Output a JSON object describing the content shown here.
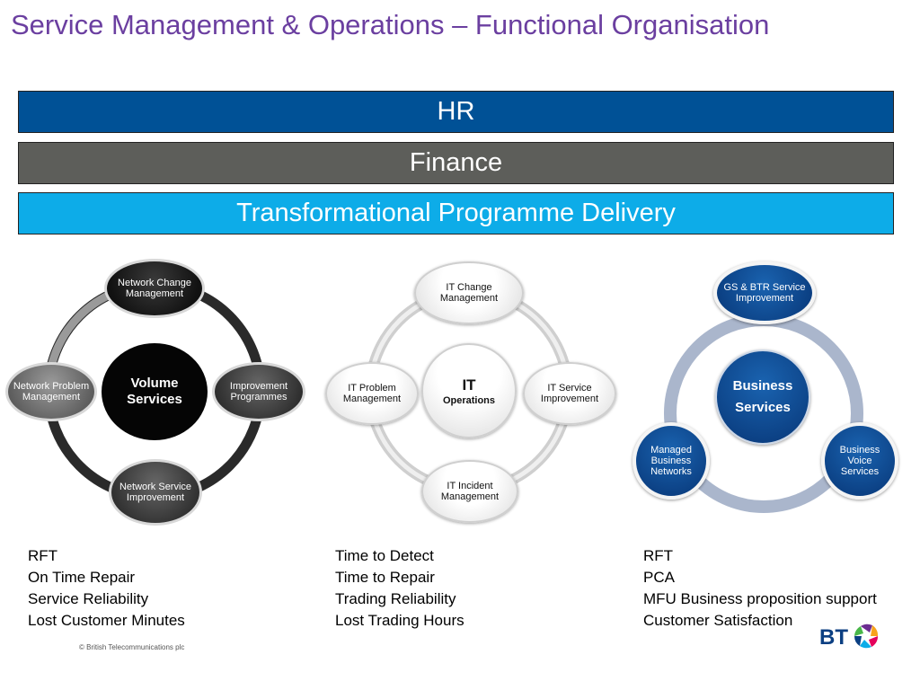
{
  "title": "Service Management & Operations – Functional Organisation",
  "bands": {
    "hr": "HR",
    "finance": "Finance",
    "tpd": "Transformational Programme Delivery"
  },
  "volume": {
    "center": "Volume Services",
    "top": "Network Change Management",
    "right": "Improvement Programmes",
    "bottom": "Network Service Improvement",
    "left": "Network Problem Management",
    "metrics": [
      "RFT",
      "On Time Repair",
      "Service Reliability",
      "Lost Customer Minutes"
    ]
  },
  "it": {
    "center_title": "IT",
    "center_sub": "Operations",
    "top": "IT Change Management",
    "right": "IT Service Improvement",
    "bottom": "IT Incident Management",
    "left": "IT Problem Management",
    "metrics": [
      "Time to Detect",
      "Time to Repair",
      "Trading Reliability",
      "Lost Trading Hours"
    ]
  },
  "business": {
    "center": "Business Services",
    "top": "GS & BTR Service Improvement",
    "right": "Business Voice Services",
    "left": "Managed Business Networks",
    "metrics": [
      "RFT",
      "PCA",
      "MFU Business proposition support",
      "Customer Satisfaction"
    ]
  },
  "copyright": "© British Telecommunications plc",
  "logo_text": "BT",
  "colors": {
    "title": "#6b3fa0",
    "hr": "#005196",
    "finance": "#5d5e5a",
    "tpd": "#0dace8",
    "business_blue": "#0b3f82"
  }
}
